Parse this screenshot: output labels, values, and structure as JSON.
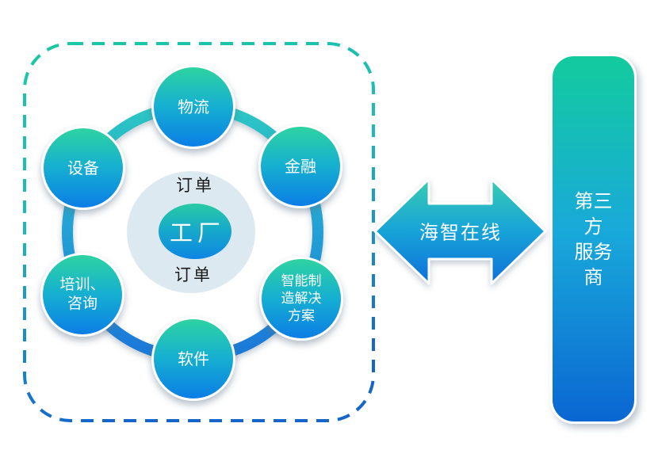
{
  "diagram": {
    "title_semantic": "factory-ecosystem-diagram",
    "hub": {
      "label": "工厂",
      "order_top": "订单",
      "order_bottom": "订单"
    },
    "nodes": [
      {
        "id": "logistics",
        "label": "物流"
      },
      {
        "id": "equipment",
        "label": "设备"
      },
      {
        "id": "finance",
        "label": "金融"
      },
      {
        "id": "training-consulting",
        "label": "培训、\n咨询"
      },
      {
        "id": "software",
        "label": "软件"
      },
      {
        "id": "smart-manufacturing-solutions",
        "label": "智能制\n造解决\n方案"
      }
    ],
    "connector": {
      "label": "海智在线"
    },
    "provider_bar": {
      "label": "第三方\n服务商"
    },
    "colors": {
      "node_gradient_top": "#2ed3a0",
      "node_gradient_mid": "#16b0d0",
      "node_gradient_bottom": "#0b7ee6",
      "ring_gradient_top": "#2cc6c3",
      "ring_gradient_bottom": "#1b77d8",
      "dashed_border_top": "#19c8a4",
      "dashed_border_bottom": "#1565cb",
      "arrow_gradient_top": "#38ccb2",
      "arrow_gradient_bottom": "#0f70da",
      "bar_gradient_top": "#13cb9e",
      "bar_gradient_bottom": "#0a66d2",
      "hub_halo": "#dde9f1",
      "text_on_fill": "#ffffff",
      "order_text": "#1b1b1b"
    }
  }
}
